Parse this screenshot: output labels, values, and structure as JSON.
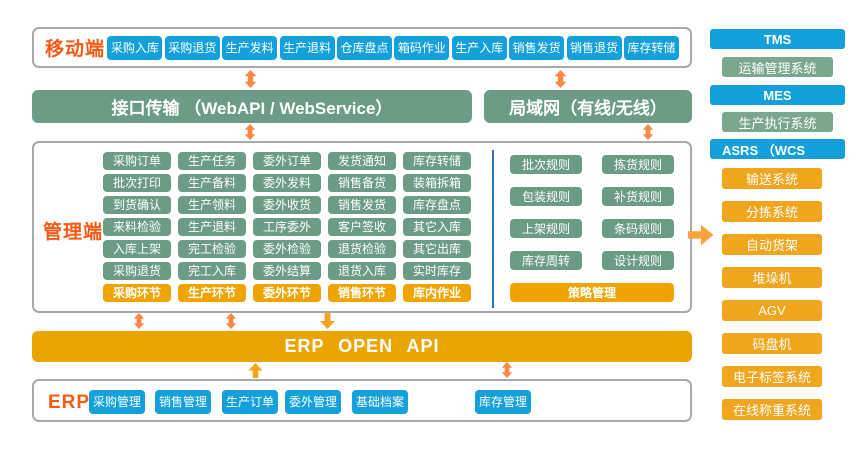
{
  "mobile": {
    "label": "移动端",
    "buttons": [
      "采购入库",
      "采购退货",
      "生产发料",
      "生产退料",
      "仓库盘点",
      "箱码作业",
      "生产入库",
      "销售发货",
      "销售退货",
      "库存转储"
    ]
  },
  "comm": {
    "interface_bar": "接口传输 （WebAPI / WebService）",
    "lan_bar": "局域网（有线/无线）"
  },
  "management": {
    "label": "管理端",
    "columns": [
      {
        "items": [
          "采购订单",
          "批次打印",
          "到货确认",
          "来料检验",
          "入库上架",
          "采购退货"
        ],
        "footer": "采购环节"
      },
      {
        "items": [
          "生产任务",
          "生产备料",
          "生产领料",
          "生产退料",
          "完工检验",
          "完工入库"
        ],
        "footer": "生产环节"
      },
      {
        "items": [
          "委外订单",
          "委外发料",
          "委外收货",
          "工序委外",
          "委外检验",
          "委外结算"
        ],
        "footer": "委外环节"
      },
      {
        "items": [
          "发货通知",
          "销售备货",
          "销售发货",
          "客户签收",
          "退货检验",
          "退货入库"
        ],
        "footer": "销售环节"
      },
      {
        "items": [
          "库存转储",
          "装箱拆箱",
          "库存盘点",
          "其它入库",
          "其它出库",
          "实时库存"
        ],
        "footer": "库内作业"
      }
    ],
    "rules": {
      "rows": [
        [
          "批次规则",
          "拣货规则"
        ],
        [
          "包装规则",
          "补货规则"
        ],
        [
          "上架规则",
          "条码规则"
        ],
        [
          "库存周转",
          "设计规则"
        ]
      ],
      "footer": "策略管理"
    }
  },
  "erp_api_bar": "ERP OPEN API",
  "erp": {
    "label": "ERP",
    "buttons": [
      "采购管理",
      "销售管理",
      "生产订单",
      "委外管理",
      "基础档案",
      "库存管理"
    ]
  },
  "sidebar": {
    "systems": [
      {
        "type": "blue",
        "label": "TMS"
      },
      {
        "type": "green",
        "label": "运输管理系统"
      },
      {
        "type": "blue",
        "label": "MES"
      },
      {
        "type": "green",
        "label": "生产执行系统"
      },
      {
        "type": "blue",
        "label": "ASRS （WCS"
      }
    ],
    "devices": [
      "输送系统",
      "分拣系统",
      "自动货架",
      "堆垛机",
      "AGV",
      "码盘机",
      "电子标签系统",
      "在线称重系统"
    ]
  },
  "icons": {
    "double_arrow": "vertical-double-arrow",
    "down_arrow": "down-arrow",
    "up_arrow": "up-arrow",
    "right_arrow": "right-arrow"
  },
  "colors": {
    "chip_blue": "#14A0DB",
    "chip_green": "#6C9C85",
    "chip_gold": "#EFA400",
    "accent_orange_text": "#F95A12",
    "arrow_orange": "#F6894A",
    "arrow_gold": "#F2A41C",
    "divider_blue": "#2E75B6",
    "sidebar_green": "#7BA78F",
    "sidebar_gold": "#EFA51C"
  }
}
